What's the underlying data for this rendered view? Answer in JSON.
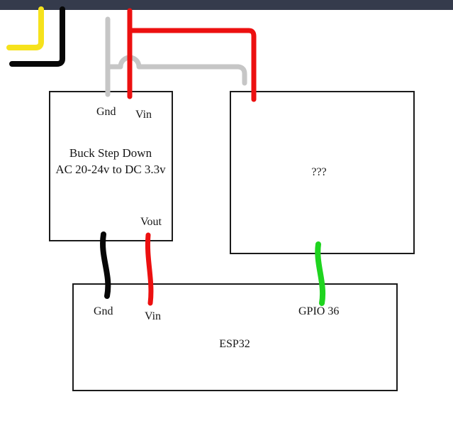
{
  "top_bar": {
    "color": "#353b4c"
  },
  "canvas": {
    "background": "#ffffff",
    "box_border_color": "#1b1b1b"
  },
  "buck": {
    "pin_gnd": "Gnd",
    "pin_vin": "Vin",
    "title_line1": "Buck Step Down",
    "title_line2": "AC 20-24v to DC 3.3v",
    "pin_vout": "Vout"
  },
  "unknown_module": {
    "label": "???"
  },
  "esp32": {
    "label": "ESP32",
    "pin_gnd": "Gnd",
    "pin_vin": "Vin",
    "pin_gpio36": "GPIO 36"
  },
  "wire_colors": {
    "yellow": "#f6e21c",
    "black": "#070707",
    "gray": "#c6c6c6",
    "red": "#ec1010",
    "green": "#1fd41f"
  }
}
